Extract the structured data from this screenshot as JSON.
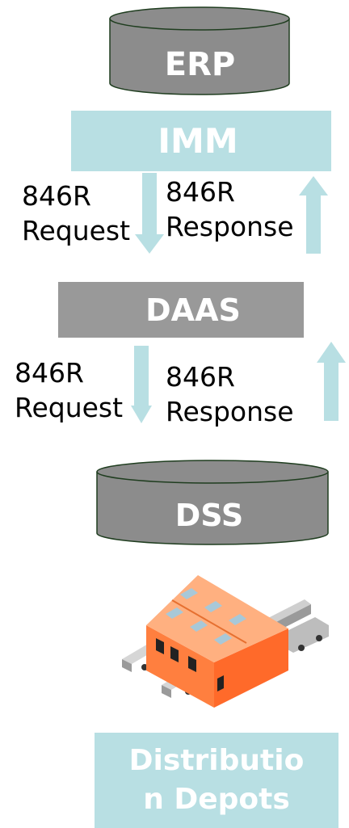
{
  "colors": {
    "database_fill": "#8c8c8c",
    "database_outline": "#1f3d1f",
    "imm_box": "#b8dfe3",
    "daas_box": "#999999",
    "arrow": "#b8dfe3",
    "depots_box": "#b8dfe3",
    "text_on_shape": "#ffffff"
  },
  "nodes": {
    "erp": {
      "label": "ERP",
      "shape": "database"
    },
    "imm": {
      "label": "IMM",
      "shape": "box"
    },
    "daas": {
      "label": "DAAS",
      "shape": "box"
    },
    "dss": {
      "label": "DSS",
      "shape": "database"
    },
    "warehouse": {
      "icon": "warehouse-icon"
    },
    "depots": {
      "label_line1": "Distributio",
      "label_line2": "n Depots"
    }
  },
  "flows": {
    "imm_to_daas": {
      "request_line1": "846R",
      "request_line2": "Request",
      "response_line1": "846R",
      "response_line2": "Response"
    },
    "daas_to_dss": {
      "request_line1": "846R",
      "request_line2": "Request",
      "response_line1": "846R",
      "response_line2": "Response"
    }
  }
}
